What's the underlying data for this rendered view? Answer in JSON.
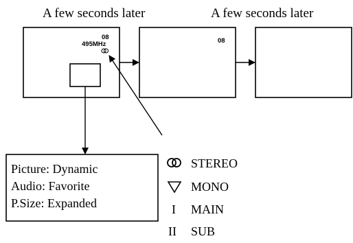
{
  "captions": {
    "later_1": "A few seconds later",
    "later_2": "A few seconds later"
  },
  "screens": {
    "screen_1": {
      "channel": "08",
      "frequency": "495MHz",
      "audio_mark": "stereo-icon"
    },
    "screen_2": {
      "channel": "08"
    },
    "screen_3": {}
  },
  "info_panel": {
    "picture": "Picture: Dynamic",
    "audio": "Audio: Favorite",
    "psize": "P.Size: Expanded"
  },
  "legend": {
    "items": [
      {
        "icon": "stereo-icon",
        "label": "STEREO"
      },
      {
        "icon": "mono-triangle-icon",
        "label": "MONO"
      },
      {
        "icon_text": "I",
        "label": "MAIN"
      },
      {
        "icon_text": "II",
        "label": "SUB"
      }
    ]
  },
  "colors": {
    "ink": "#000000",
    "background": "#ffffff"
  }
}
